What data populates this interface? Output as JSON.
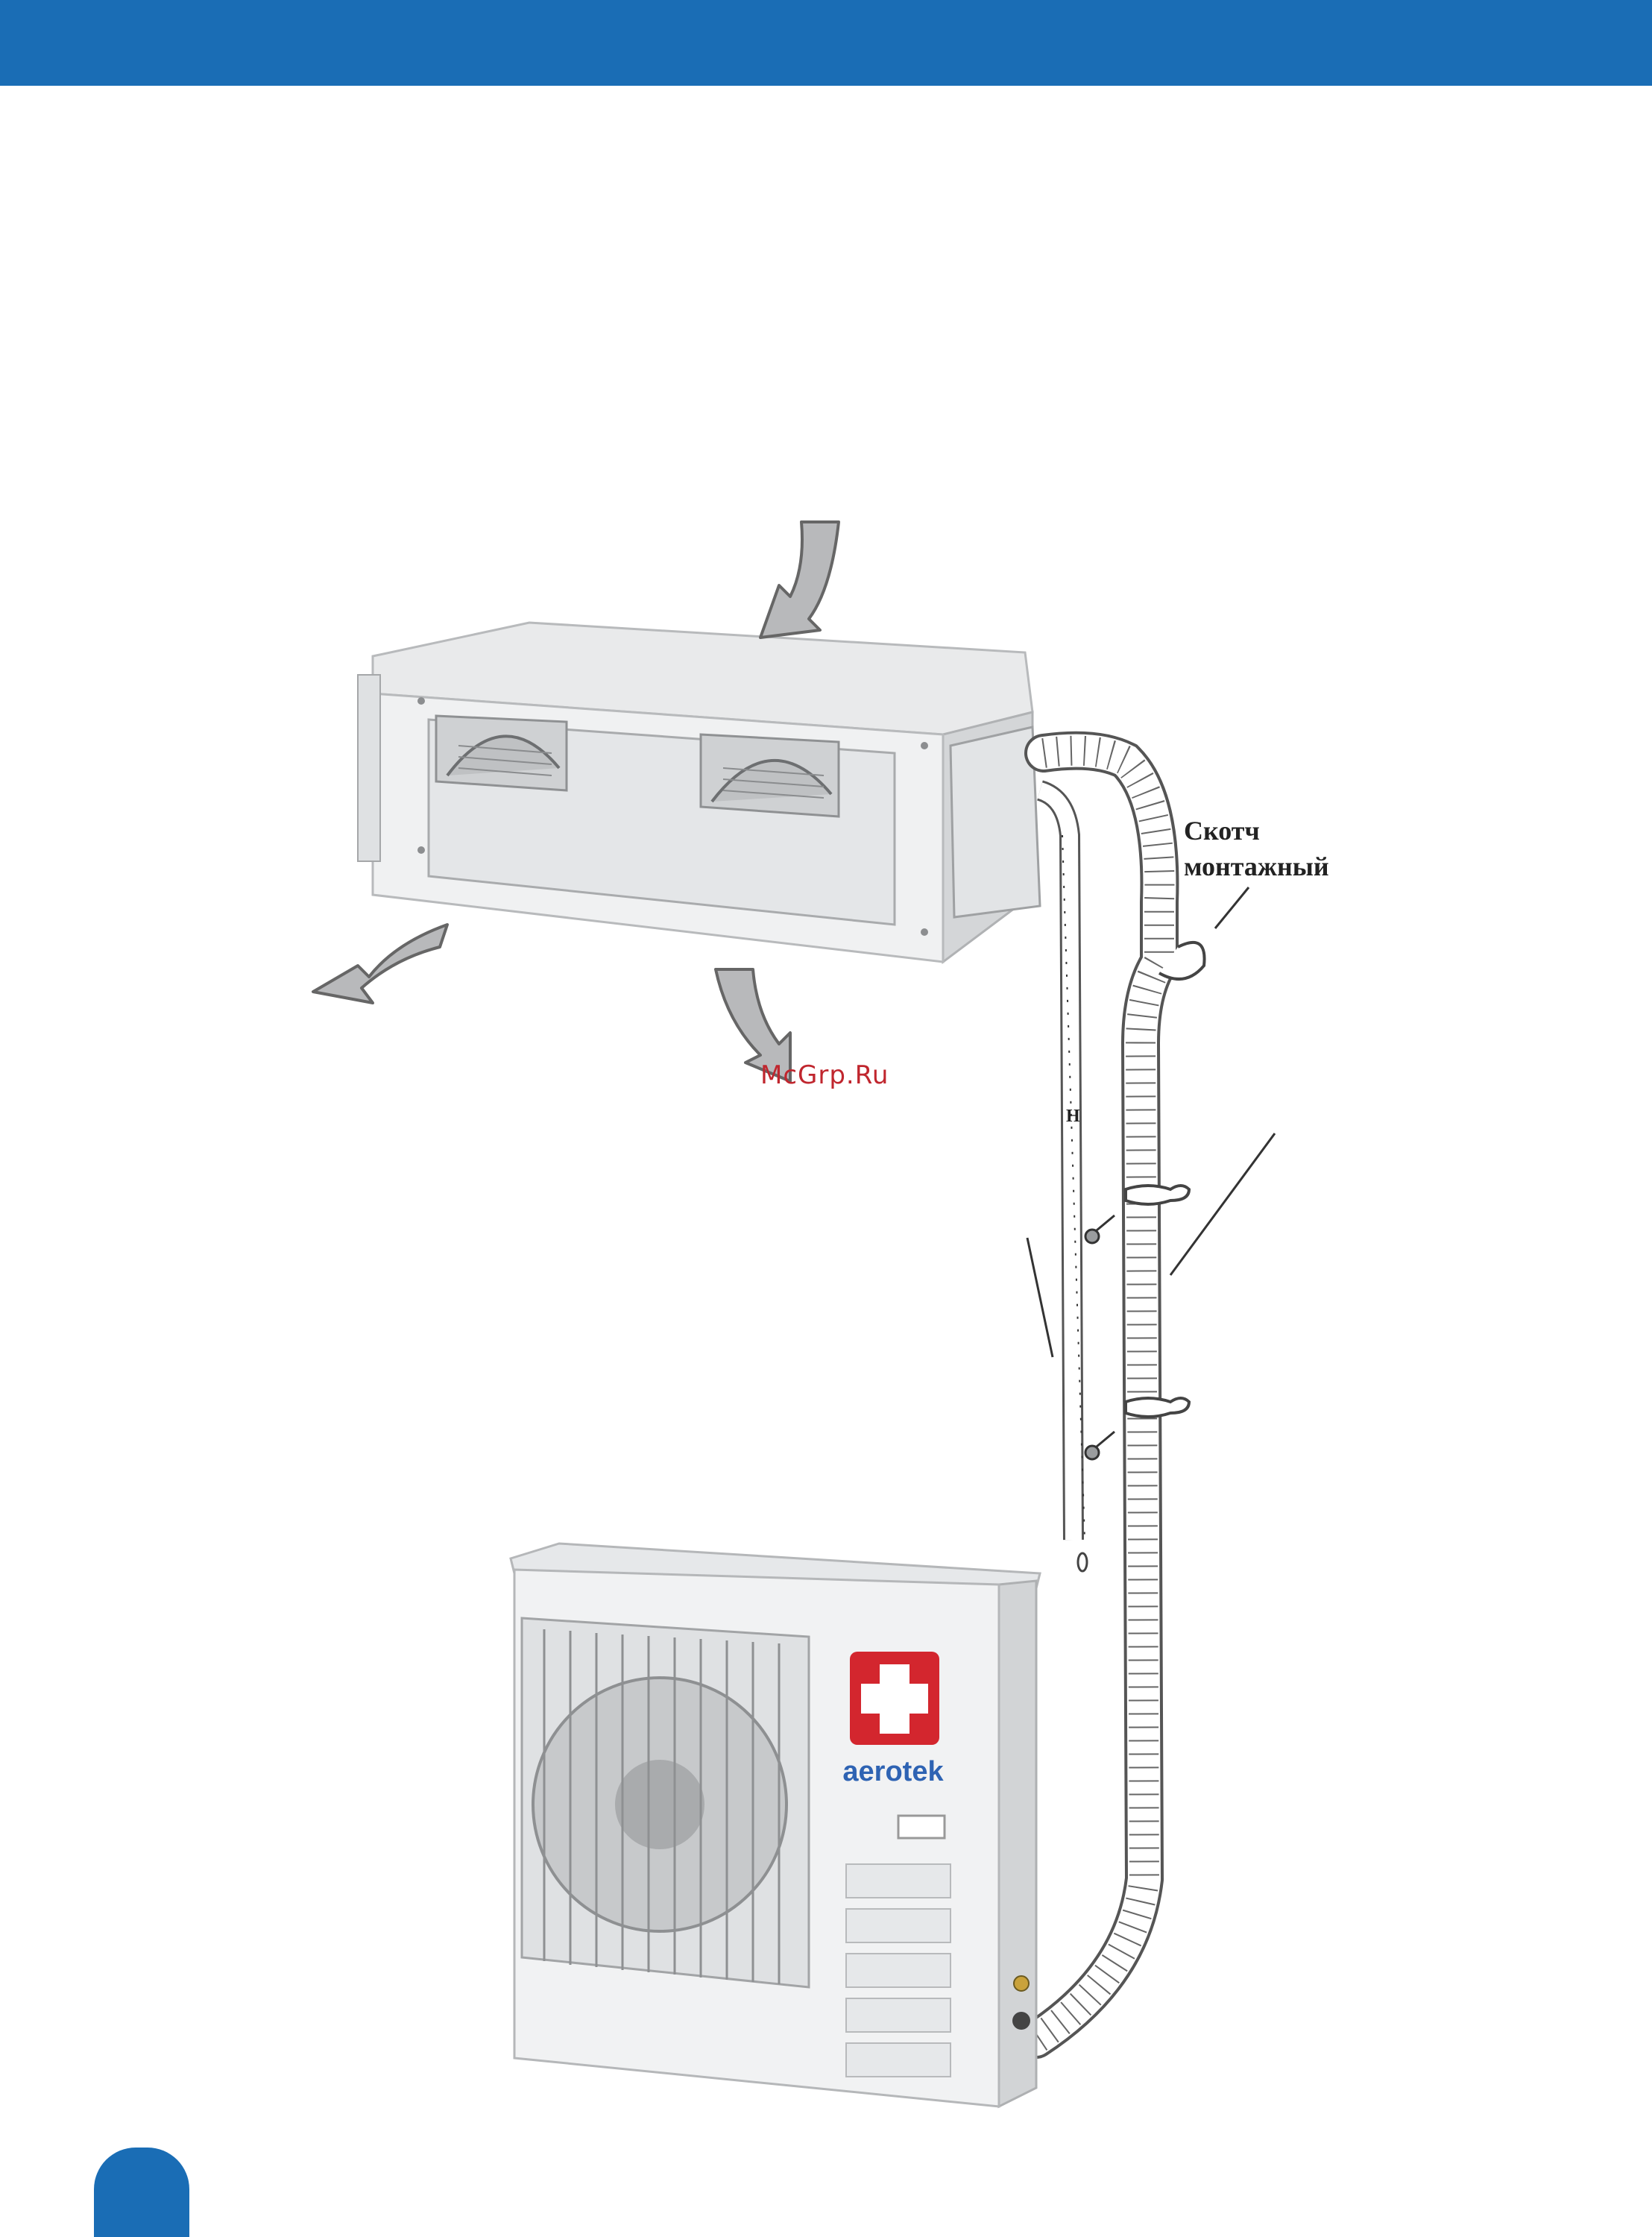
{
  "header": {
    "color": "#1a6db5"
  },
  "callout": {
    "line1": "Скотч",
    "line2": "монтажный"
  },
  "watermark": "McGrp.Ru",
  "small_mark": "Н",
  "outdoor_unit": {
    "brand": "aerotek",
    "logo_color": "#d3262e"
  },
  "icons": [
    "airflow-arrow-icon",
    "medical-cross-logo-icon",
    "screw-icon",
    "pipe-clamp-icon"
  ]
}
